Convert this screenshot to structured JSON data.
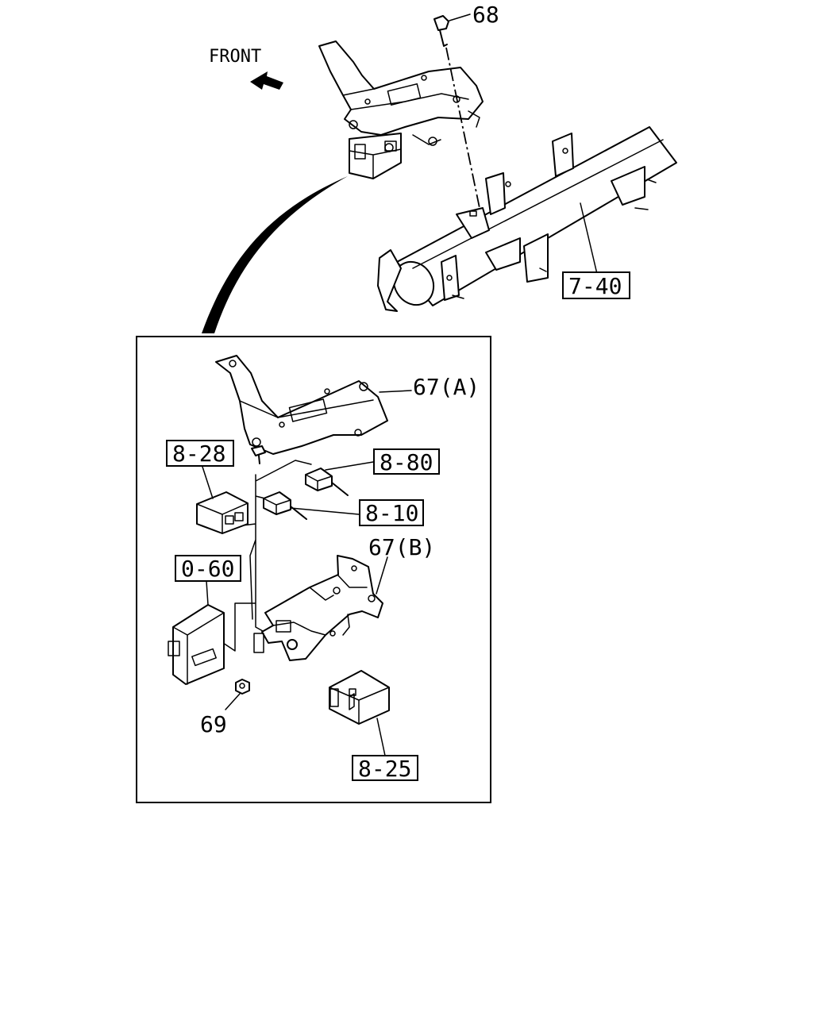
{
  "direction_label": "FRONT",
  "callouts": {
    "bolt_68": "68",
    "crossmember": "7-40",
    "bracket_a": "67(A)",
    "relay_828": "8-28",
    "connector_880": "8-80",
    "connector_810": "8-10",
    "bracket_b": "67(B)",
    "control_unit": "0-60",
    "nut_69": "69",
    "module_825": "8-25"
  }
}
